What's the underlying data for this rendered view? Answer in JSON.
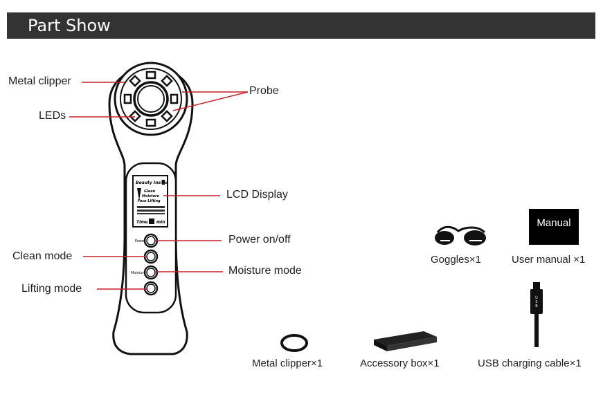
{
  "header": {
    "title": "Part Show"
  },
  "device": {
    "lcd_lines": [
      "Beauty Inside",
      "Glean",
      "Moisture",
      "Face Lifting",
      "Time",
      "min"
    ],
    "button_labels": [
      "Power",
      "Moisture"
    ]
  },
  "callouts": {
    "metal_clipper": "Metal clipper",
    "leds": "LEDs",
    "probe": "Probe",
    "lcd_display": "LCD Display",
    "power": "Power on/off",
    "clean_mode": "Clean mode",
    "moisture_mode": "Moisture mode",
    "lifting_mode": "Lifting mode"
  },
  "accessories": {
    "goggles": "Goggles×1",
    "user_manual": "User manual ×1",
    "manual_box_text": "Manual",
    "metal_clipper": "Metal clipper×1",
    "accessory_box": "Accessory box×1",
    "usb_cable": "USB charging cable×1",
    "usb_text": "USB"
  },
  "colors": {
    "header_bg": "#333333",
    "callout_line": "#c8202a"
  }
}
